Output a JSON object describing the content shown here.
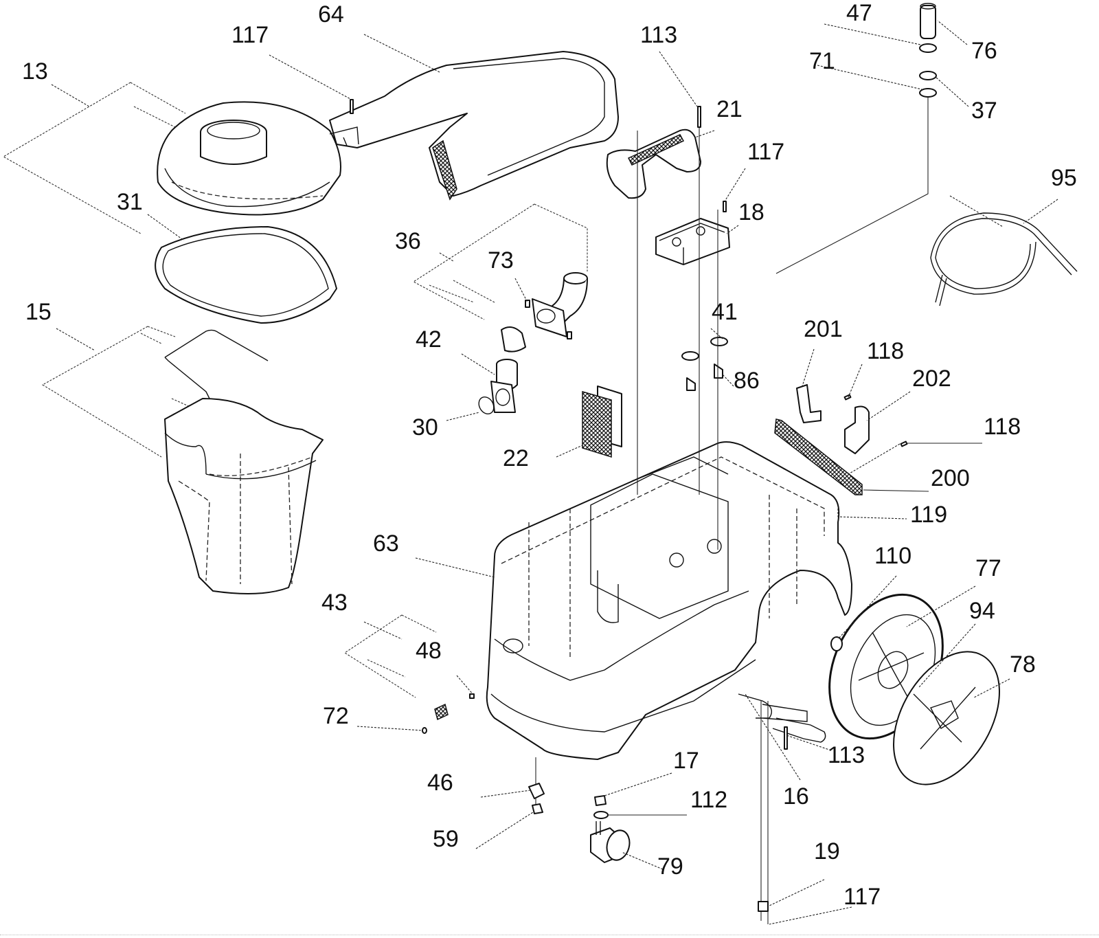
{
  "diagram": {
    "type": "exploded-parts-view",
    "subject": "wet/dry vacuum cleaner assembly",
    "callouts": [
      {
        "id": "13",
        "label": "13"
      },
      {
        "id": "117a",
        "label": "117"
      },
      {
        "id": "64",
        "label": "64"
      },
      {
        "id": "113a",
        "label": "113"
      },
      {
        "id": "47",
        "label": "47"
      },
      {
        "id": "76",
        "label": "76"
      },
      {
        "id": "71",
        "label": "71"
      },
      {
        "id": "37",
        "label": "37"
      },
      {
        "id": "21",
        "label": "21"
      },
      {
        "id": "117b",
        "label": "117"
      },
      {
        "id": "95",
        "label": "95"
      },
      {
        "id": "31",
        "label": "31"
      },
      {
        "id": "18",
        "label": "18"
      },
      {
        "id": "36",
        "label": "36"
      },
      {
        "id": "73",
        "label": "73"
      },
      {
        "id": "15",
        "label": "15"
      },
      {
        "id": "41",
        "label": "41"
      },
      {
        "id": "201",
        "label": "201"
      },
      {
        "id": "42",
        "label": "42"
      },
      {
        "id": "118a",
        "label": "118"
      },
      {
        "id": "86",
        "label": "86"
      },
      {
        "id": "202",
        "label": "202"
      },
      {
        "id": "30",
        "label": "30"
      },
      {
        "id": "118b",
        "label": "118"
      },
      {
        "id": "22",
        "label": "22"
      },
      {
        "id": "200",
        "label": "200"
      },
      {
        "id": "119",
        "label": "119"
      },
      {
        "id": "63",
        "label": "63"
      },
      {
        "id": "110",
        "label": "110"
      },
      {
        "id": "77",
        "label": "77"
      },
      {
        "id": "43",
        "label": "43"
      },
      {
        "id": "94",
        "label": "94"
      },
      {
        "id": "48",
        "label": "48"
      },
      {
        "id": "78",
        "label": "78"
      },
      {
        "id": "72",
        "label": "72"
      },
      {
        "id": "113b",
        "label": "113"
      },
      {
        "id": "17",
        "label": "17"
      },
      {
        "id": "46",
        "label": "46"
      },
      {
        "id": "112",
        "label": "112"
      },
      {
        "id": "16",
        "label": "16"
      },
      {
        "id": "59",
        "label": "59"
      },
      {
        "id": "79",
        "label": "79"
      },
      {
        "id": "19",
        "label": "19"
      },
      {
        "id": "117c",
        "label": "117"
      }
    ]
  }
}
